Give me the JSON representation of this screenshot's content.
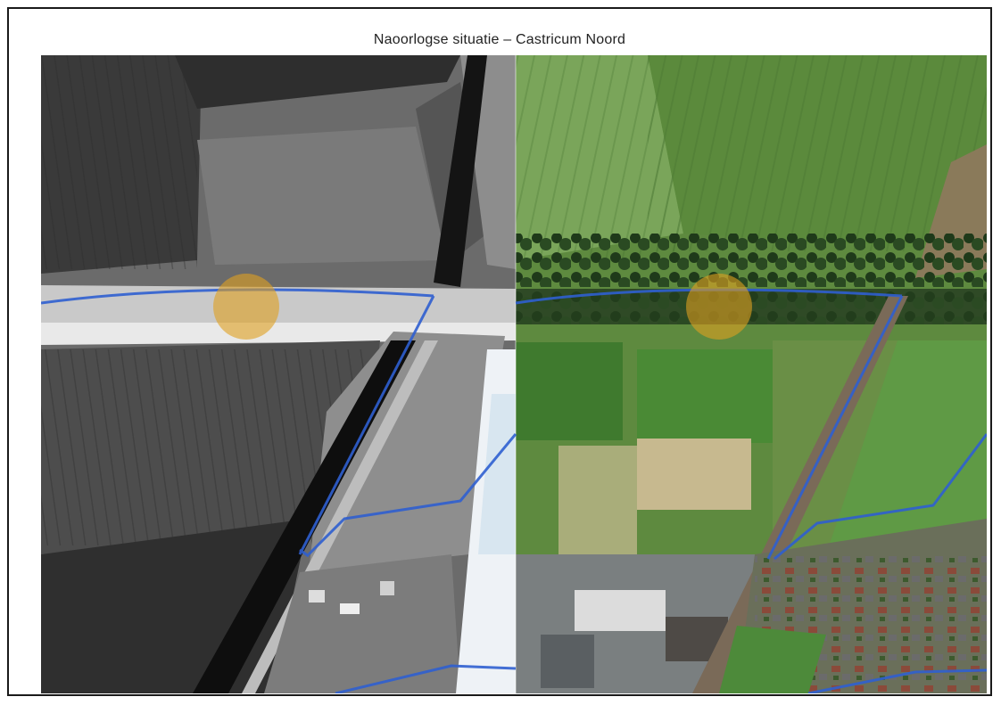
{
  "title": "Naoorlogse situatie – Castricum Noord",
  "colors": {
    "frame": "#1a1a1a",
    "waterway": "#2f5fd0",
    "marker": "#e0a020"
  },
  "panels": {
    "left": {
      "imagery": "historic-aerial-grayscale"
    },
    "right": {
      "imagery": "modern-aerial-color"
    }
  }
}
